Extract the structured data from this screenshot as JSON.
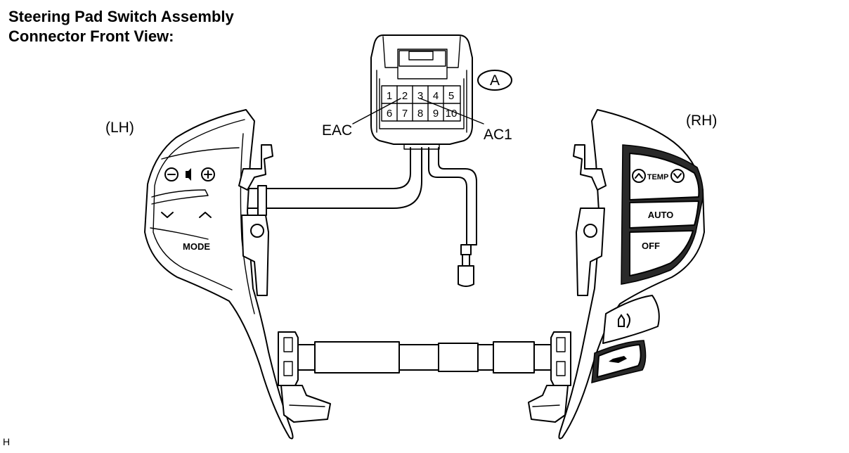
{
  "title": {
    "line1": "Steering Pad Switch Assembly",
    "line2": "Connector Front View:"
  },
  "connector": {
    "id": "A",
    "pins_top": [
      "1",
      "2",
      "3",
      "4",
      "5"
    ],
    "pins_bottom": [
      "6",
      "7",
      "8",
      "9",
      "10"
    ],
    "callout_left": "EAC",
    "callout_right": "AC1"
  },
  "left_pad": {
    "side_label": "(LH)",
    "mode_label": "MODE"
  },
  "right_pad": {
    "side_label": "(RH)",
    "temp_label": "TEMP",
    "auto_label": "AUTO",
    "off_label": "OFF"
  },
  "figure_code": "H"
}
